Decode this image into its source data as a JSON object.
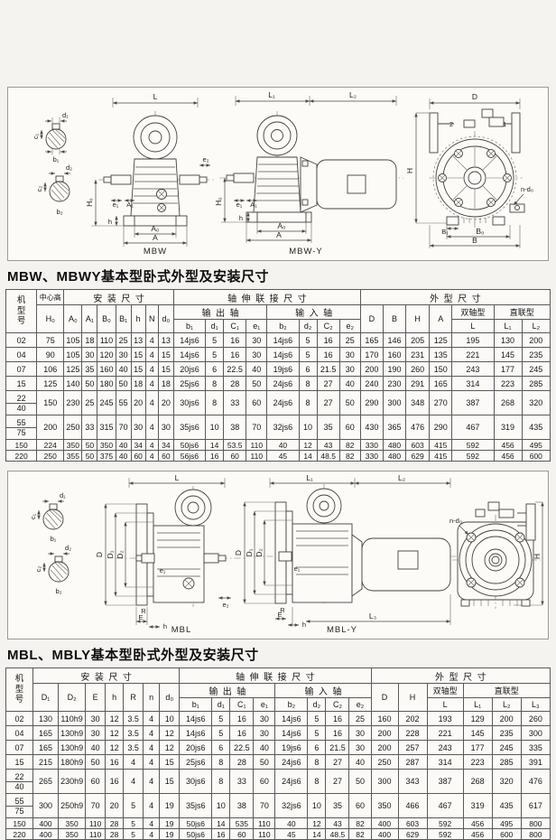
{
  "section1": {
    "heading": "MBW、MBWY基本型卧式外型及安装尺寸",
    "drawings": {
      "shaft_detail": {
        "d1": "d₁",
        "c1": "c₁",
        "b1": "b₁",
        "d2": "d₂",
        "c2": "c₂",
        "b2": "b₂"
      },
      "mbw": {
        "caption": "MBW",
        "L": "L",
        "H0": "H₀",
        "e1": "e₁",
        "A1": "A₁",
        "h": "h",
        "e2": "e₂",
        "A0": "A₀",
        "A": "A"
      },
      "mbwy": {
        "caption": "MBW-Y",
        "L1": "L₁",
        "L2": "L₂",
        "H0": "H₀",
        "e1": "e₁",
        "A1": "A₁",
        "h": "h",
        "A0": "A₀",
        "A": "A"
      },
      "front": {
        "D": "D",
        "H": "H",
        "label1": "1",
        "label2": "2",
        "nd0": "n-d₀",
        "B1": "B₁",
        "B0": "B₀",
        "B": "B"
      }
    },
    "table": {
      "header": {
        "model": "机型号",
        "center": "中心高",
        "h0": "H₀",
        "install": "安装尺寸",
        "install_cols": [
          "A₀",
          "A₁",
          "B₀",
          "B₁",
          "h",
          "N",
          "d₀"
        ],
        "shaft": "轴伸联接尺寸",
        "out_shaft": "输出轴",
        "in_shaft": "输入轴",
        "out_cols": [
          "b₁",
          "d₁",
          "C₁",
          "e₁"
        ],
        "in_cols": [
          "b₂",
          "d₂",
          "C₂",
          "e₂"
        ],
        "outline": "外型尺寸",
        "outline_cols": [
          "D",
          "B",
          "H",
          "A"
        ],
        "dual": "双轴型",
        "dual_col": "L",
        "direct": "直联型",
        "direct_cols": [
          "L₁",
          "L₂"
        ]
      },
      "rows": [
        {
          "model": [
            "02"
          ],
          "cells": [
            "75",
            "105",
            "18",
            "110",
            "25",
            "13",
            "4",
            "13",
            "14js6",
            "5",
            "16",
            "30",
            "14js6",
            "5",
            "16",
            "25",
            "165",
            "146",
            "205",
            "125",
            "195",
            "130",
            "200"
          ]
        },
        {
          "model": [
            "04"
          ],
          "cells": [
            "90",
            "105",
            "30",
            "120",
            "30",
            "15",
            "4",
            "15",
            "14js6",
            "5",
            "16",
            "30",
            "14js6",
            "5",
            "16",
            "30",
            "170",
            "160",
            "231",
            "135",
            "221",
            "145",
            "235"
          ]
        },
        {
          "model": [
            "07"
          ],
          "cells": [
            "106",
            "125",
            "35",
            "160",
            "40",
            "15",
            "4",
            "15",
            "20js6",
            "6",
            "22.5",
            "40",
            "19js6",
            "6",
            "21.5",
            "30",
            "200",
            "190",
            "260",
            "150",
            "243",
            "177",
            "245"
          ]
        },
        {
          "model": [
            "15"
          ],
          "cells": [
            "125",
            "140",
            "50",
            "180",
            "50",
            "18",
            "4",
            "18",
            "25js6",
            "8",
            "28",
            "50",
            "24js6",
            "8",
            "27",
            "40",
            "240",
            "230",
            "291",
            "165",
            "314",
            "223",
            "285"
          ]
        },
        {
          "model": [
            "22",
            "40"
          ],
          "cells": [
            "150",
            "230",
            "25",
            "245",
            "55",
            "20",
            "4",
            "20",
            "30js6",
            "8",
            "33",
            "60",
            "24js6",
            "8",
            "27",
            "50",
            "290",
            "300",
            "348",
            "270",
            "387",
            "268",
            "320"
          ]
        },
        {
          "model": [
            "55",
            "75"
          ],
          "cells": [
            "200",
            "250",
            "33",
            "315",
            "70",
            "30",
            "4",
            "30",
            "35js6",
            "10",
            "38",
            "70",
            "32js6",
            "10",
            "35",
            "60",
            "430",
            "365",
            "476",
            "290",
            "467",
            "319",
            "435"
          ]
        },
        {
          "model": [
            "150"
          ],
          "compact": true,
          "cells": [
            "224",
            "350",
            "50",
            "350",
            "40",
            "34",
            "4",
            "34",
            "50js6",
            "14",
            "53.5",
            "110",
            "40",
            "12",
            "43",
            "82",
            "330",
            "480",
            "603",
            "415",
            "592",
            "456",
            "495"
          ]
        },
        {
          "model": [
            "220"
          ],
          "compact": true,
          "cells": [
            "250",
            "355",
            "50",
            "375",
            "40",
            "60",
            "4",
            "60",
            "56js6",
            "16",
            "60",
            "110",
            "45",
            "14",
            "48.5",
            "82",
            "330",
            "480",
            "629",
            "415",
            "592",
            "456",
            "600"
          ]
        }
      ]
    }
  },
  "section2": {
    "heading": "MBL、MBLY基本型卧式外型及安装尺寸",
    "drawings": {
      "shaft_detail": {
        "d1": "d₁",
        "c1": "c₁",
        "b1": "b₁",
        "d2": "d₂",
        "c2": "c₂",
        "b2": "b₂"
      },
      "mbl": {
        "caption": "MBL",
        "L": "L",
        "D": "D",
        "D1": "D₁",
        "D2": "D₂",
        "e1": "e₁",
        "e2": "e₂",
        "R": "R",
        "E": "E",
        "h": "h"
      },
      "mbly": {
        "caption": "MBL-Y",
        "L1": "L₁",
        "L2": "L₂",
        "L3": "L₃",
        "D": "D",
        "D1": "D₁",
        "D2": "D₂",
        "e1": "e₁",
        "R": "R",
        "E": "E",
        "h": "h"
      },
      "front": {
        "nd0": "n-d₀",
        "H": "H"
      }
    },
    "table": {
      "header": {
        "model": "机型号",
        "install": "安装尺寸",
        "install_cols": [
          "D₁",
          "D₂",
          "E",
          "h",
          "R",
          "n",
          "d₀"
        ],
        "shaft": "轴伸联接尺寸",
        "out_shaft": "输出轴",
        "in_shaft": "输入轴",
        "out_cols": [
          "b₁",
          "d₁",
          "C₁",
          "e₁"
        ],
        "in_cols": [
          "b₂",
          "d₂",
          "C₂",
          "e₂"
        ],
        "outline": "外型尺寸",
        "outline_cols": [
          "D",
          "H"
        ],
        "dual": "双轴型",
        "dual_col": "L",
        "direct": "直联型",
        "direct_cols": [
          "L₁",
          "L₂",
          "L₃"
        ]
      },
      "rows": [
        {
          "model": [
            "02"
          ],
          "cells": [
            "130",
            "110h9",
            "30",
            "12",
            "3.5",
            "4",
            "10",
            "14js6",
            "5",
            "16",
            "30",
            "14js6",
            "5",
            "16",
            "25",
            "160",
            "202",
            "193",
            "129",
            "200",
            "260"
          ]
        },
        {
          "model": [
            "04"
          ],
          "cells": [
            "165",
            "130h9",
            "30",
            "12",
            "3.5",
            "4",
            "12",
            "14js6",
            "5",
            "16",
            "30",
            "14js6",
            "5",
            "16",
            "30",
            "200",
            "228",
            "221",
            "145",
            "235",
            "300"
          ]
        },
        {
          "model": [
            "07"
          ],
          "cells": [
            "165",
            "130h9",
            "40",
            "12",
            "3.5",
            "4",
            "12",
            "20js6",
            "6",
            "22.5",
            "40",
            "19js6",
            "6",
            "21.5",
            "30",
            "200",
            "257",
            "243",
            "177",
            "245",
            "335"
          ]
        },
        {
          "model": [
            "15"
          ],
          "cells": [
            "215",
            "180h9",
            "50",
            "16",
            "4",
            "4",
            "15",
            "25js6",
            "8",
            "28",
            "50",
            "24js6",
            "8",
            "27",
            "40",
            "250",
            "287",
            "314",
            "223",
            "285",
            "391"
          ]
        },
        {
          "model": [
            "22",
            "40"
          ],
          "cells": [
            "265",
            "230h9",
            "60",
            "16",
            "4",
            "4",
            "15",
            "30js6",
            "8",
            "33",
            "60",
            "24js6",
            "8",
            "27",
            "50",
            "300",
            "343",
            "387",
            "268",
            "320",
            "476"
          ]
        },
        {
          "model": [
            "55",
            "75"
          ],
          "cells": [
            "300",
            "250h9",
            "70",
            "20",
            "5",
            "4",
            "19",
            "35js6",
            "10",
            "38",
            "70",
            "32js6",
            "10",
            "35",
            "60",
            "350",
            "466",
            "467",
            "319",
            "435",
            "617"
          ]
        },
        {
          "model": [
            "150"
          ],
          "compact": true,
          "cells": [
            "400",
            "350",
            "110",
            "28",
            "5",
            "4",
            "19",
            "50js6",
            "14",
            "535",
            "110",
            "40",
            "12",
            "43",
            "82",
            "400",
            "603",
            "592",
            "456",
            "495",
            "800"
          ]
        },
        {
          "model": [
            "220"
          ],
          "compact": true,
          "cells": [
            "400",
            "350",
            "110",
            "28",
            "5",
            "4",
            "19",
            "50js6",
            "16",
            "60",
            "110",
            "45",
            "14",
            "48.5",
            "82",
            "400",
            "629",
            "592",
            "456",
            "600",
            "800"
          ]
        }
      ]
    }
  }
}
